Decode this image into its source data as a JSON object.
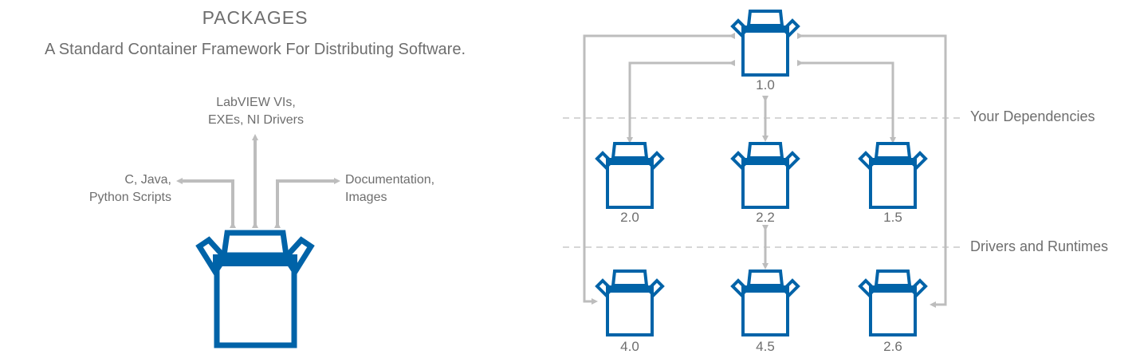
{
  "left_panel": {
    "title": "PACKAGES",
    "subtitle": "A Standard Container Framework For Distributing Software.",
    "labels": {
      "top_line1": "LabVIEW VIs,",
      "top_line2": "EXEs, NI Drivers",
      "left_line1": "C, Java,",
      "left_line2": "Python Scripts",
      "right_line1": "Documentation,",
      "right_line2": "Images"
    }
  },
  "right_panel": {
    "layers": {
      "dependencies": "Your Dependencies",
      "drivers": "Drivers and Runtimes"
    },
    "packages": {
      "root": "1.0",
      "dep_left": "2.0",
      "dep_center": "2.2",
      "dep_right": "1.5",
      "drv_left": "4.0",
      "drv_center": "4.5",
      "drv_right": "2.6"
    }
  },
  "colors": {
    "package_blue": "#0063a8",
    "arrow_gray": "#bdbdbd",
    "text_gray": "#6e6e6e",
    "dash_gray": "#c8c8c8"
  },
  "icons": {
    "package": "open-box-icon"
  }
}
